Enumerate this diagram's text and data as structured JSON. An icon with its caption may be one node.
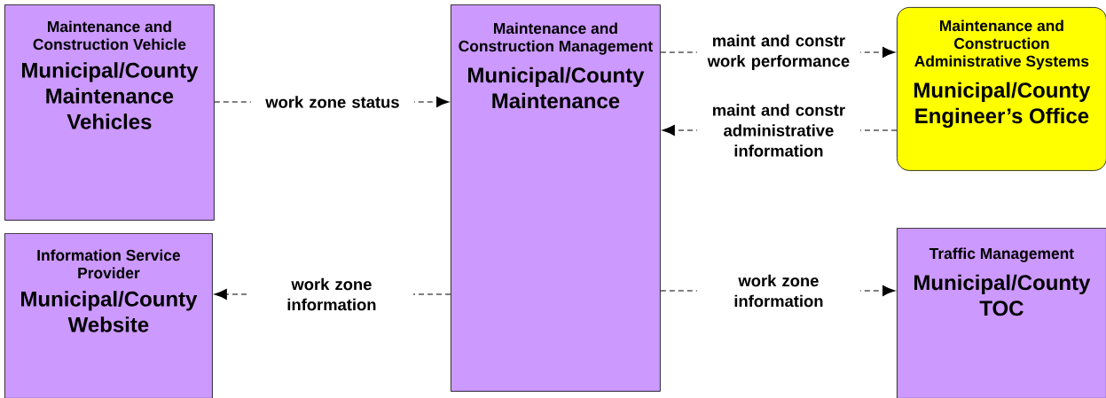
{
  "diagram": {
    "nodes": [
      {
        "text": [
          "Maintenance and Construction Vehicle",
          "Municipal/County Maintenance Vehicles"
        ]
      },
      {
        "text": [
          "Information Service Provider",
          "Municipal/County Website"
        ]
      },
      {
        "text": [
          "Maintenance and Construction Management",
          "Municipal/County Maintenance"
        ]
      },
      {
        "text": [
          "Maintenance and Construction Administrative Systems",
          "Municipal/County Engineer’s Office"
        ]
      },
      {
        "text": [
          "Traffic Management",
          "Municipal/County TOC"
        ]
      }
    ],
    "edges": [
      {
        "from": 0,
        "to": 2,
        "arrow": "to",
        "label": "work zone status",
        "style": "dashed"
      },
      {
        "from": 2,
        "to": 3,
        "arrow": "to",
        "label": "maint and constr work performance",
        "style": "dashed"
      },
      {
        "from": 3,
        "to": 2,
        "arrow": "to",
        "label": "maint and constr administrative information",
        "style": "dashed"
      },
      {
        "from": 2,
        "to": 1,
        "arrow": "to",
        "label": "work zone information",
        "style": "dashed"
      },
      {
        "from": 2,
        "to": 4,
        "arrow": "to",
        "label": "work zone information",
        "style": "dashed"
      }
    ]
  }
}
